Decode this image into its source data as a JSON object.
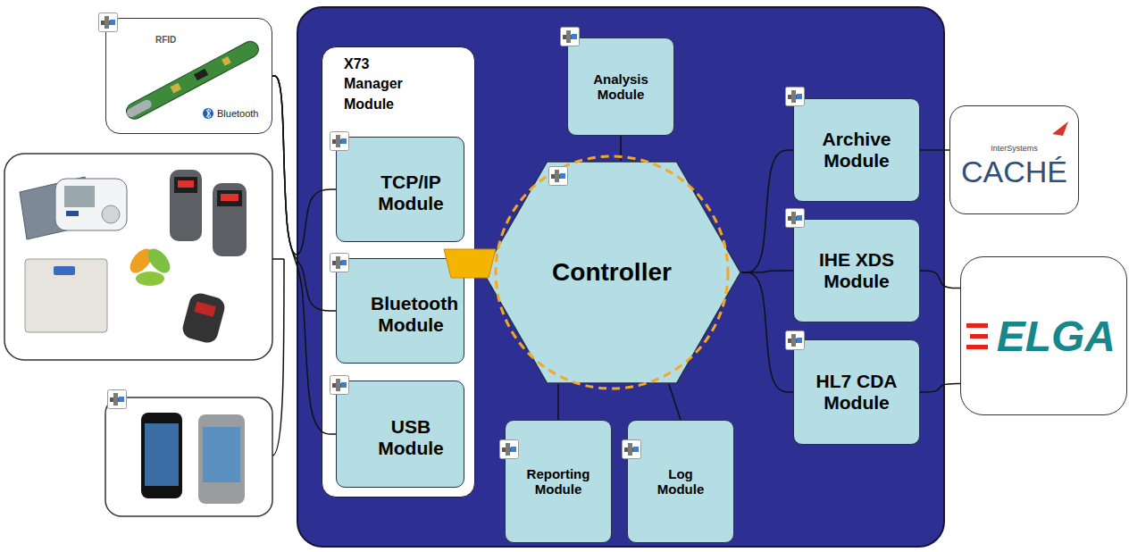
{
  "diagram": {
    "nodes": [
      {
        "text": [
          "RFID",
          "Bluetooth"
        ]
      },
      {
        "text": [
          "X73 Manager Module"
        ]
      },
      {
        "text": [
          "TCP/IP Module"
        ],
        "in": 1
      },
      {
        "text": [
          "Bluetooth Module"
        ],
        "in": 1
      },
      {
        "text": [
          "USB Module"
        ],
        "in": 1
      },
      {
        "text": [
          "Analysis Module"
        ]
      },
      {
        "text": [
          "Controller"
        ]
      },
      {
        "text": [
          "Reporting Module"
        ]
      },
      {
        "text": [
          "Log Module"
        ]
      },
      {
        "text": [
          "Archive Module"
        ]
      },
      {
        "text": [
          "IHE XDS Module"
        ]
      },
      {
        "text": [
          "HL7 CDA Module"
        ]
      },
      {
        "text": [
          "InterSystems",
          "CACHÉ"
        ]
      },
      {
        "text": [
          "ELGA"
        ]
      }
    ],
    "edges": [
      {
        "from": 0,
        "to": 2,
        "arrow": "none"
      },
      {
        "from": 0,
        "to": 3,
        "arrow": "none"
      },
      {
        "from": 0,
        "to": 4,
        "arrow": "none"
      },
      {
        "from": 1,
        "to": 6,
        "arrow": "none"
      },
      {
        "from": 6,
        "to": 5,
        "arrow": "none"
      },
      {
        "from": 6,
        "to": 7,
        "arrow": "none"
      },
      {
        "from": 6,
        "to": 8,
        "arrow": "none"
      },
      {
        "from": 6,
        "to": 9,
        "arrow": "none"
      },
      {
        "from": 6,
        "to": 10,
        "arrow": "none"
      },
      {
        "from": 6,
        "to": 11,
        "arrow": "none"
      },
      {
        "from": 9,
        "to": 12,
        "arrow": "none"
      },
      {
        "from": 10,
        "to": 13,
        "arrow": "none"
      },
      {
        "from": 11,
        "to": 13,
        "arrow": "none"
      }
    ]
  }
}
